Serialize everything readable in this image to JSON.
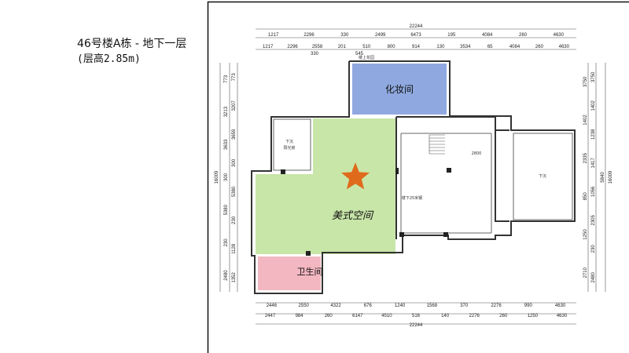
{
  "title": {
    "line1": "46号楼A栋 - 地下一层",
    "line2": "(层高2.85m)"
  },
  "rooms": {
    "makeup": "化妆间",
    "american": "美式空间",
    "bathroom": "卫生间",
    "sunken_left": "下沉",
    "sunken_left2": "阳光房",
    "sunken_right": "下沉",
    "garden": "楼上花园",
    "hall_note": "楼下25米钢",
    "stair_note": "2800"
  },
  "colors": {
    "makeup": "#8fa9e0",
    "american": "#c8e6a8",
    "bathroom": "#f3b7c1",
    "star": "#e06a1c"
  },
  "dims_top": {
    "total": "22244",
    "row1": [
      "1217",
      "2296",
      "330",
      "2499",
      "6473",
      "195",
      "4084",
      "260",
      "4630"
    ],
    "row2": [
      "1217",
      "2296",
      "2558",
      "201",
      "510",
      "800",
      "914",
      "130",
      "3534",
      "65",
      "4084",
      "260",
      "4630"
    ],
    "extra": [
      "330",
      "545"
    ]
  },
  "dims_bottom": {
    "total": "22244",
    "row1": [
      "2446",
      "2550",
      "4322",
      "676",
      "1240",
      "1568",
      "370",
      "2276",
      "990",
      "4630"
    ],
    "row2": [
      "2447",
      "984",
      "260",
      "6147",
      "4510",
      "516",
      "140",
      "2276",
      "260",
      "1250",
      "4630"
    ]
  },
  "dims_left": {
    "total": "16009",
    "outer": [
      "773",
      "3213",
      "3633",
      "300",
      "5380",
      "230",
      "2480"
    ],
    "inner": [
      "773",
      "3207",
      "3659",
      "300",
      "5380",
      "230",
      "1128",
      "1352"
    ]
  },
  "dims_right": {
    "total": "16009",
    "outer": [
      "3750",
      "1402",
      "2335",
      "850",
      "1250",
      "2710"
    ],
    "inner": [
      "3750",
      "1402",
      "1238",
      "1417",
      "1056",
      "2305",
      "230",
      "2480"
    ],
    "far": "5840"
  }
}
